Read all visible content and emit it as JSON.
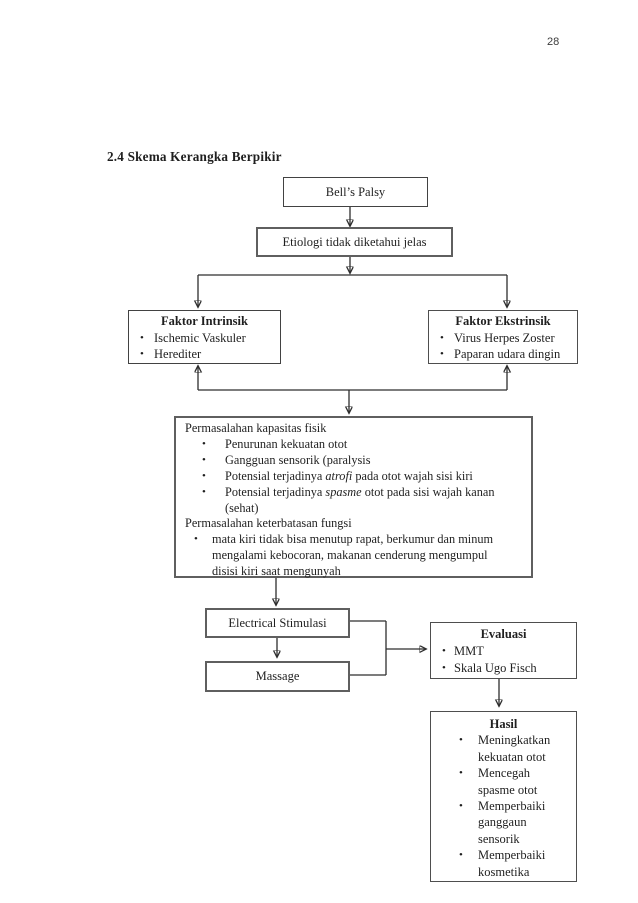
{
  "page": {
    "number": "28",
    "section_heading": "2.4 Skema Kerangka Berpikir"
  },
  "ui": {
    "bullet_icon": "•"
  },
  "colors": {
    "ink": "#1f1f1f",
    "line": "#2e2e2e",
    "border": "#4e4e4e",
    "background": "#ffffff"
  },
  "flowchart": {
    "bells_palsy": {
      "label": "Bell’s Palsy"
    },
    "etiologi": {
      "label": "Etiologi tidak diketahui jelas"
    },
    "faktor_intrinsik": {
      "title": "Faktor Intrinsik",
      "items": [
        "Ischemic Vaskuler",
        "Herediter"
      ]
    },
    "faktor_ekstrinsik": {
      "title": "Faktor Ekstrinsik",
      "items": [
        "Virus Herpes Zoster",
        "Paparan udara dingin"
      ]
    },
    "permasalahan": {
      "kapasitas_heading": "Permasalahan kapasitas fisik",
      "kapasitas_items": [
        {
          "pre": "Penurunan kekuatan otot",
          "italic": "",
          "post": ""
        },
        {
          "pre": "Gangguan sensorik (paralysis",
          "italic": "",
          "post": ""
        },
        {
          "pre": "Potensial terjadinya ",
          "italic": "atrofi",
          "post": " pada otot wajah sisi kiri"
        },
        {
          "pre": "Potensial terjadinya ",
          "italic": "spasme",
          "post": " otot pada sisi wajah kanan\n(sehat)"
        }
      ],
      "fungsi_heading": "Permasalahan keterbatasan fungsi",
      "fungsi_items": [
        "mata kiri tidak bisa menutup rapat, berkumur dan minum\nmengalami kebocoran, makanan cenderung mengumpul\ndisisi kiri saat mengunyah"
      ]
    },
    "electrical": {
      "label": "Electrical Stimulasi"
    },
    "massage": {
      "label": "Massage"
    },
    "evaluasi": {
      "title": "Evaluasi",
      "items": [
        "MMT",
        "Skala Ugo Fisch"
      ]
    },
    "hasil": {
      "title": "Hasil",
      "items": [
        "Meningkatkan\nkekuatan otot",
        "Mencegah\nspasme otot",
        "Memperbaiki\nganggaun\nsensorik",
        "Memperbaiki\nkosmetika"
      ]
    }
  }
}
